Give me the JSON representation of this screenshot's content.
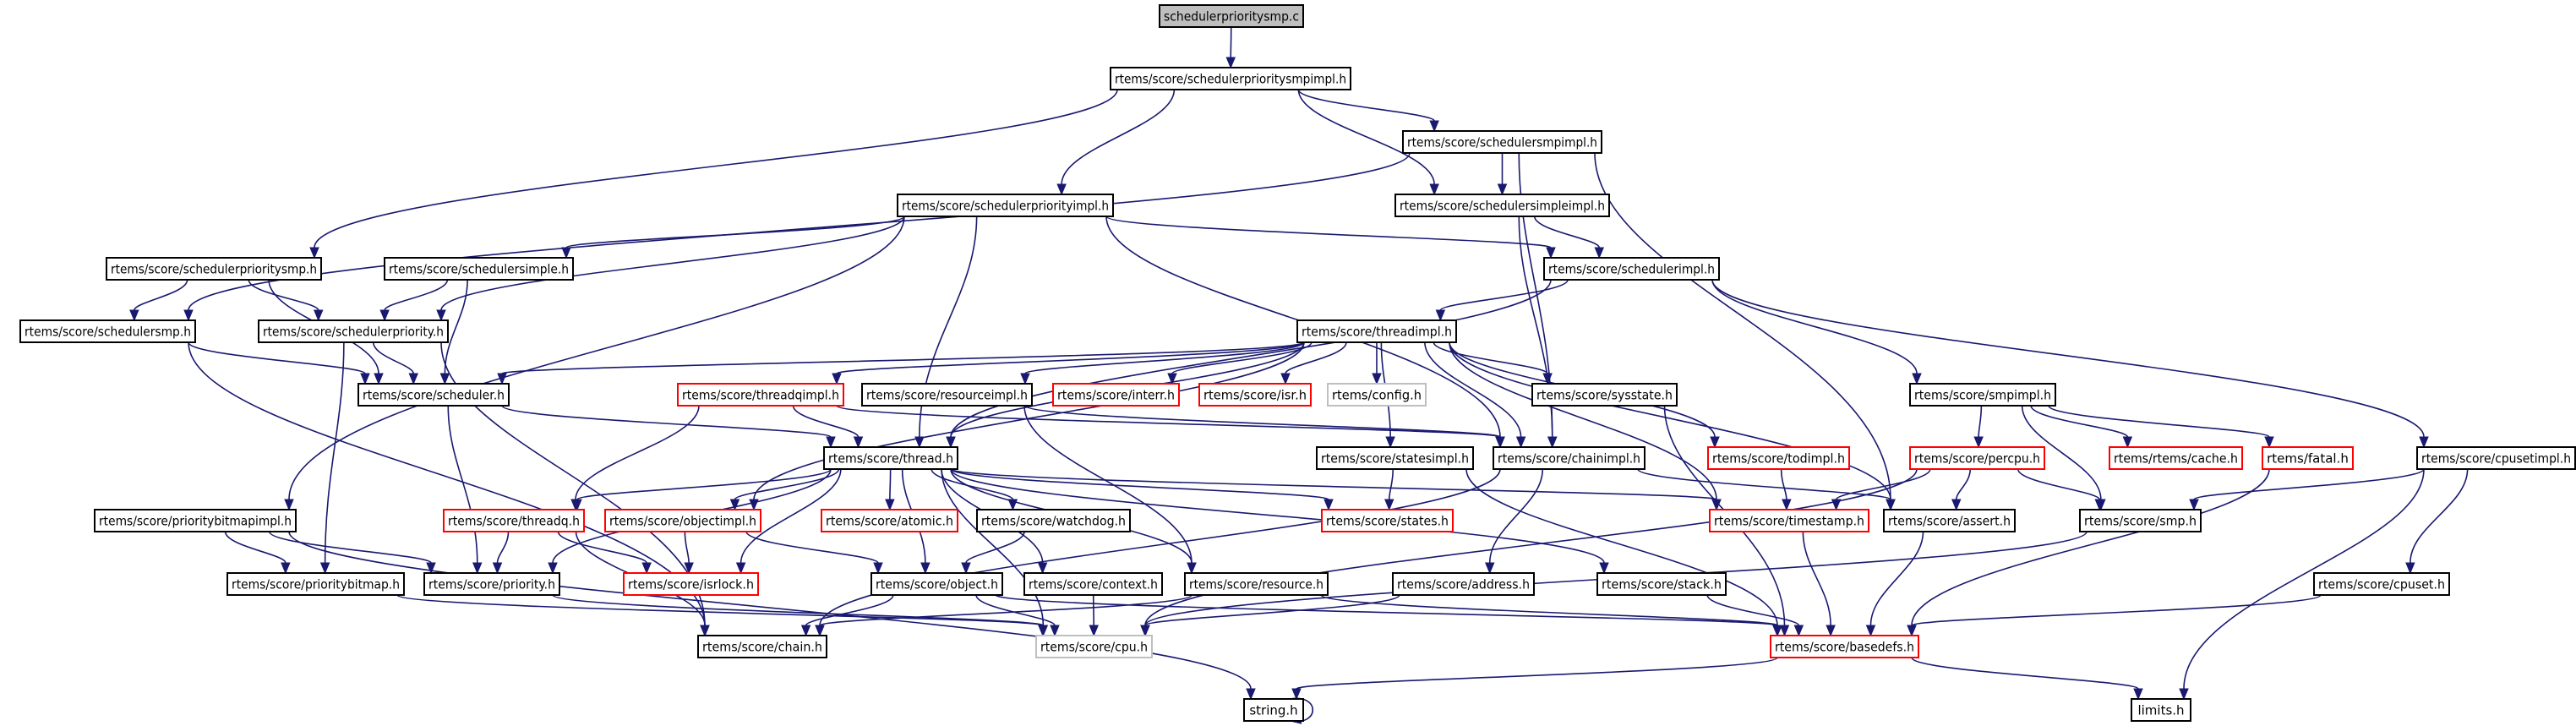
{
  "title": "schedulerprioritysmp.c",
  "colors": {
    "edge": "#191970",
    "root_fill": "#bfbfbf",
    "missing_border": "#ff0000",
    "system_border": "#bfbfbf",
    "normal_border": "#000000"
  },
  "nodes": [
    {
      "id": "root",
      "label": "schedulerprioritysmp.c",
      "kind": "root"
    },
    {
      "id": "spsmpimpl",
      "label": "rtems/score/schedulerprioritysmpimpl.h",
      "kind": "normal"
    },
    {
      "id": "ssmpimpl",
      "label": "rtems/score/schedulersmpimpl.h",
      "kind": "normal"
    },
    {
      "id": "spimpl",
      "label": "rtems/score/schedulerpriorityimpl.h",
      "kind": "normal"
    },
    {
      "id": "ssimpleimpl",
      "label": "rtems/score/schedulersimpleimpl.h",
      "kind": "normal"
    },
    {
      "id": "spsmp",
      "label": "rtems/score/schedulerprioritysmp.h",
      "kind": "normal"
    },
    {
      "id": "ssimple",
      "label": "rtems/score/schedulersimple.h",
      "kind": "normal"
    },
    {
      "id": "simpl",
      "label": "rtems/score/schedulerimpl.h",
      "kind": "normal"
    },
    {
      "id": "ssmp",
      "label": "rtems/score/schedulersmp.h",
      "kind": "normal"
    },
    {
      "id": "sprio",
      "label": "rtems/score/schedulerpriority.h",
      "kind": "normal"
    },
    {
      "id": "timpl",
      "label": "rtems/score/threadimpl.h",
      "kind": "normal"
    },
    {
      "id": "sched",
      "label": "rtems/score/scheduler.h",
      "kind": "normal"
    },
    {
      "id": "tqimpl",
      "label": "rtems/score/threadqimpl.h",
      "kind": "red"
    },
    {
      "id": "resimpl",
      "label": "rtems/score/resourceimpl.h",
      "kind": "normal"
    },
    {
      "id": "interr",
      "label": "rtems/score/interr.h",
      "kind": "red"
    },
    {
      "id": "isr",
      "label": "rtems/score/isr.h",
      "kind": "red"
    },
    {
      "id": "config",
      "label": "rtems/config.h",
      "kind": "gray"
    },
    {
      "id": "sysstate",
      "label": "rtems/score/sysstate.h",
      "kind": "normal"
    },
    {
      "id": "smpimpl",
      "label": "rtems/score/smpimpl.h",
      "kind": "normal"
    },
    {
      "id": "thread",
      "label": "rtems/score/thread.h",
      "kind": "normal"
    },
    {
      "id": "statesimpl",
      "label": "rtems/score/statesimpl.h",
      "kind": "normal"
    },
    {
      "id": "chainimpl",
      "label": "rtems/score/chainimpl.h",
      "kind": "normal"
    },
    {
      "id": "todimpl",
      "label": "rtems/score/todimpl.h",
      "kind": "red"
    },
    {
      "id": "percpu",
      "label": "rtems/score/percpu.h",
      "kind": "red"
    },
    {
      "id": "cache",
      "label": "rtems/rtems/cache.h",
      "kind": "red"
    },
    {
      "id": "fatal",
      "label": "rtems/fatal.h",
      "kind": "red"
    },
    {
      "id": "cpusetimpl",
      "label": "rtems/score/cpusetimpl.h",
      "kind": "normal"
    },
    {
      "id": "pbimpl",
      "label": "rtems/score/prioritybitmapimpl.h",
      "kind": "normal"
    },
    {
      "id": "threadq",
      "label": "rtems/score/threadq.h",
      "kind": "red"
    },
    {
      "id": "objimpl",
      "label": "rtems/score/objectimpl.h",
      "kind": "red"
    },
    {
      "id": "atomic",
      "label": "rtems/score/atomic.h",
      "kind": "red"
    },
    {
      "id": "watchdog",
      "label": "rtems/score/watchdog.h",
      "kind": "normal"
    },
    {
      "id": "states",
      "label": "rtems/score/states.h",
      "kind": "red"
    },
    {
      "id": "timestamp",
      "label": "rtems/score/timestamp.h",
      "kind": "red"
    },
    {
      "id": "assert",
      "label": "rtems/score/assert.h",
      "kind": "normal"
    },
    {
      "id": "smp",
      "label": "rtems/score/smp.h",
      "kind": "normal"
    },
    {
      "id": "pbitmap",
      "label": "rtems/score/prioritybitmap.h",
      "kind": "normal"
    },
    {
      "id": "priority",
      "label": "rtems/score/priority.h",
      "kind": "normal"
    },
    {
      "id": "isrlock",
      "label": "rtems/score/isrlock.h",
      "kind": "red"
    },
    {
      "id": "object",
      "label": "rtems/score/object.h",
      "kind": "normal"
    },
    {
      "id": "context",
      "label": "rtems/score/context.h",
      "kind": "normal"
    },
    {
      "id": "resource",
      "label": "rtems/score/resource.h",
      "kind": "normal"
    },
    {
      "id": "address",
      "label": "rtems/score/address.h",
      "kind": "normal"
    },
    {
      "id": "stack",
      "label": "rtems/score/stack.h",
      "kind": "normal"
    },
    {
      "id": "cpuset",
      "label": "rtems/score/cpuset.h",
      "kind": "normal"
    },
    {
      "id": "chain",
      "label": "rtems/score/chain.h",
      "kind": "normal"
    },
    {
      "id": "cpu",
      "label": "rtems/score/cpu.h",
      "kind": "gray"
    },
    {
      "id": "basedefs",
      "label": "rtems/score/basedefs.h",
      "kind": "red"
    },
    {
      "id": "string",
      "label": "string.h",
      "kind": "normal"
    },
    {
      "id": "limits",
      "label": "limits.h",
      "kind": "normal"
    }
  ],
  "edges": [
    [
      "root",
      "spsmpimpl"
    ],
    [
      "spsmpimpl",
      "ssmpimpl"
    ],
    [
      "spsmpimpl",
      "spimpl"
    ],
    [
      "spsmpimpl",
      "ssimpleimpl"
    ],
    [
      "spsmpimpl",
      "spsmp"
    ],
    [
      "ssmpimpl",
      "ssimpleimpl"
    ],
    [
      "ssmpimpl",
      "ssmp"
    ],
    [
      "ssmpimpl",
      "chainimpl"
    ],
    [
      "ssmpimpl",
      "assert"
    ],
    [
      "spimpl",
      "ssimple"
    ],
    [
      "spimpl",
      "simpl"
    ],
    [
      "spimpl",
      "sprio"
    ],
    [
      "spimpl",
      "pbimpl"
    ],
    [
      "spimpl",
      "thread"
    ],
    [
      "spimpl",
      "chainimpl"
    ],
    [
      "ssimpleimpl",
      "simpl"
    ],
    [
      "ssimpleimpl",
      "chainimpl"
    ],
    [
      "spsmp",
      "ssmp"
    ],
    [
      "spsmp",
      "sprio"
    ],
    [
      "spsmp",
      "sched"
    ],
    [
      "ssimple",
      "sprio"
    ],
    [
      "ssimple",
      "sched"
    ],
    [
      "simpl",
      "timpl"
    ],
    [
      "simpl",
      "smpimpl"
    ],
    [
      "simpl",
      "cpusetimpl"
    ],
    [
      "simpl",
      "thread"
    ],
    [
      "ssmp",
      "sched"
    ],
    [
      "ssmp",
      "chain"
    ],
    [
      "sprio",
      "sched"
    ],
    [
      "sprio",
      "pbitmap"
    ],
    [
      "sprio",
      "chain"
    ],
    [
      "timpl",
      "sched"
    ],
    [
      "timpl",
      "tqimpl"
    ],
    [
      "timpl",
      "resimpl"
    ],
    [
      "timpl",
      "interr"
    ],
    [
      "timpl",
      "isr"
    ],
    [
      "timpl",
      "config"
    ],
    [
      "timpl",
      "sysstate"
    ],
    [
      "timpl",
      "thread"
    ],
    [
      "timpl",
      "statesimpl"
    ],
    [
      "timpl",
      "chainimpl"
    ],
    [
      "timpl",
      "todimpl"
    ],
    [
      "timpl",
      "objimpl"
    ],
    [
      "timpl",
      "assert"
    ],
    [
      "timpl",
      "timestamp"
    ],
    [
      "sched",
      "thread"
    ],
    [
      "sched",
      "priority"
    ],
    [
      "tqimpl",
      "thread"
    ],
    [
      "tqimpl",
      "threadq"
    ],
    [
      "tqimpl",
      "chainimpl"
    ],
    [
      "resimpl",
      "resource"
    ],
    [
      "resimpl",
      "chainimpl"
    ],
    [
      "sysstate",
      "basedefs"
    ],
    [
      "smpimpl",
      "percpu"
    ],
    [
      "smpimpl",
      "cache"
    ],
    [
      "smpimpl",
      "fatal"
    ],
    [
      "smpimpl",
      "smp"
    ],
    [
      "thread",
      "threadq"
    ],
    [
      "thread",
      "objimpl"
    ],
    [
      "thread",
      "atomic"
    ],
    [
      "thread",
      "watchdog"
    ],
    [
      "thread",
      "object"
    ],
    [
      "thread",
      "context"
    ],
    [
      "thread",
      "resource"
    ],
    [
      "thread",
      "states"
    ],
    [
      "thread",
      "stack"
    ],
    [
      "thread",
      "timestamp"
    ],
    [
      "thread",
      "isrlock"
    ],
    [
      "thread",
      "priority"
    ],
    [
      "thread",
      "cpu"
    ],
    [
      "statesimpl",
      "states"
    ],
    [
      "statesimpl",
      "basedefs"
    ],
    [
      "chainimpl",
      "chain"
    ],
    [
      "chainimpl",
      "address"
    ],
    [
      "chainimpl",
      "assert"
    ],
    [
      "todimpl",
      "timestamp"
    ],
    [
      "percpu",
      "assert"
    ],
    [
      "percpu",
      "smp"
    ],
    [
      "percpu",
      "timestamp"
    ],
    [
      "percpu",
      "cpu"
    ],
    [
      "fatal",
      "basedefs"
    ],
    [
      "cpusetimpl",
      "smp"
    ],
    [
      "cpusetimpl",
      "cpuset"
    ],
    [
      "cpusetimpl",
      "limits"
    ],
    [
      "pbimpl",
      "pbitmap"
    ],
    [
      "pbimpl",
      "priority"
    ],
    [
      "pbimpl",
      "string"
    ],
    [
      "threadq",
      "priority"
    ],
    [
      "threadq",
      "isrlock"
    ],
    [
      "threadq",
      "chain"
    ],
    [
      "objimpl",
      "isrlock"
    ],
    [
      "objimpl",
      "object"
    ],
    [
      "watchdog",
      "object"
    ],
    [
      "timestamp",
      "basedefs"
    ],
    [
      "assert",
      "basedefs"
    ],
    [
      "smp",
      "cpu"
    ],
    [
      "pbitmap",
      "cpu"
    ],
    [
      "priority",
      "cpu"
    ],
    [
      "object",
      "chain"
    ],
    [
      "object",
      "cpu"
    ],
    [
      "object",
      "basedefs"
    ],
    [
      "context",
      "cpu"
    ],
    [
      "resource",
      "chain"
    ],
    [
      "resource",
      "basedefs"
    ],
    [
      "address",
      "cpu"
    ],
    [
      "stack",
      "basedefs"
    ],
    [
      "cpuset",
      "basedefs"
    ],
    [
      "basedefs",
      "string"
    ],
    [
      "basedefs",
      "limits"
    ],
    [
      "string",
      "string"
    ]
  ]
}
